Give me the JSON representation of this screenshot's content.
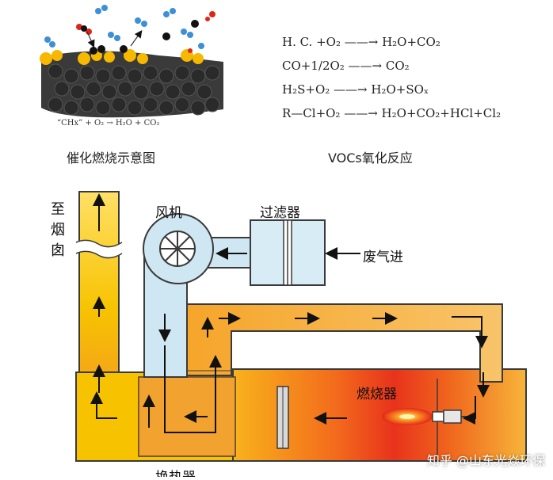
{
  "catalysis": {
    "caption": "催化燃烧示意图",
    "reaction": "“CHx” + O₂ → H₂O + CO₂"
  },
  "voc": {
    "caption": "VOCs氧化反应",
    "equations": [
      "H. C. +O₂ ——→ H₂O+CO₂",
      "CO+1/2O₂ ——→ CO₂",
      "H₂S+O₂ ——→ H₂O+SOₓ",
      "R—Cl+O₂ ——→ H₂O+CO₂+HCl+Cl₂"
    ]
  },
  "diagram": {
    "chimney_label": "至烟囱",
    "fan_label": "风机",
    "filter_label": "过滤器",
    "inlet_label": "废气进",
    "burner_label": "燃烧器",
    "exchanger_label": "换热器",
    "colors": {
      "duct_yellow": "#f7c300",
      "duct_orange": "#f59a24",
      "hot_red": "#e8331c",
      "cool_blue": "#cfe7f3",
      "filter_blue": "#d8ecf6",
      "outline": "#3a3a3a"
    }
  },
  "watermark": "知乎 @山东光焱环保"
}
